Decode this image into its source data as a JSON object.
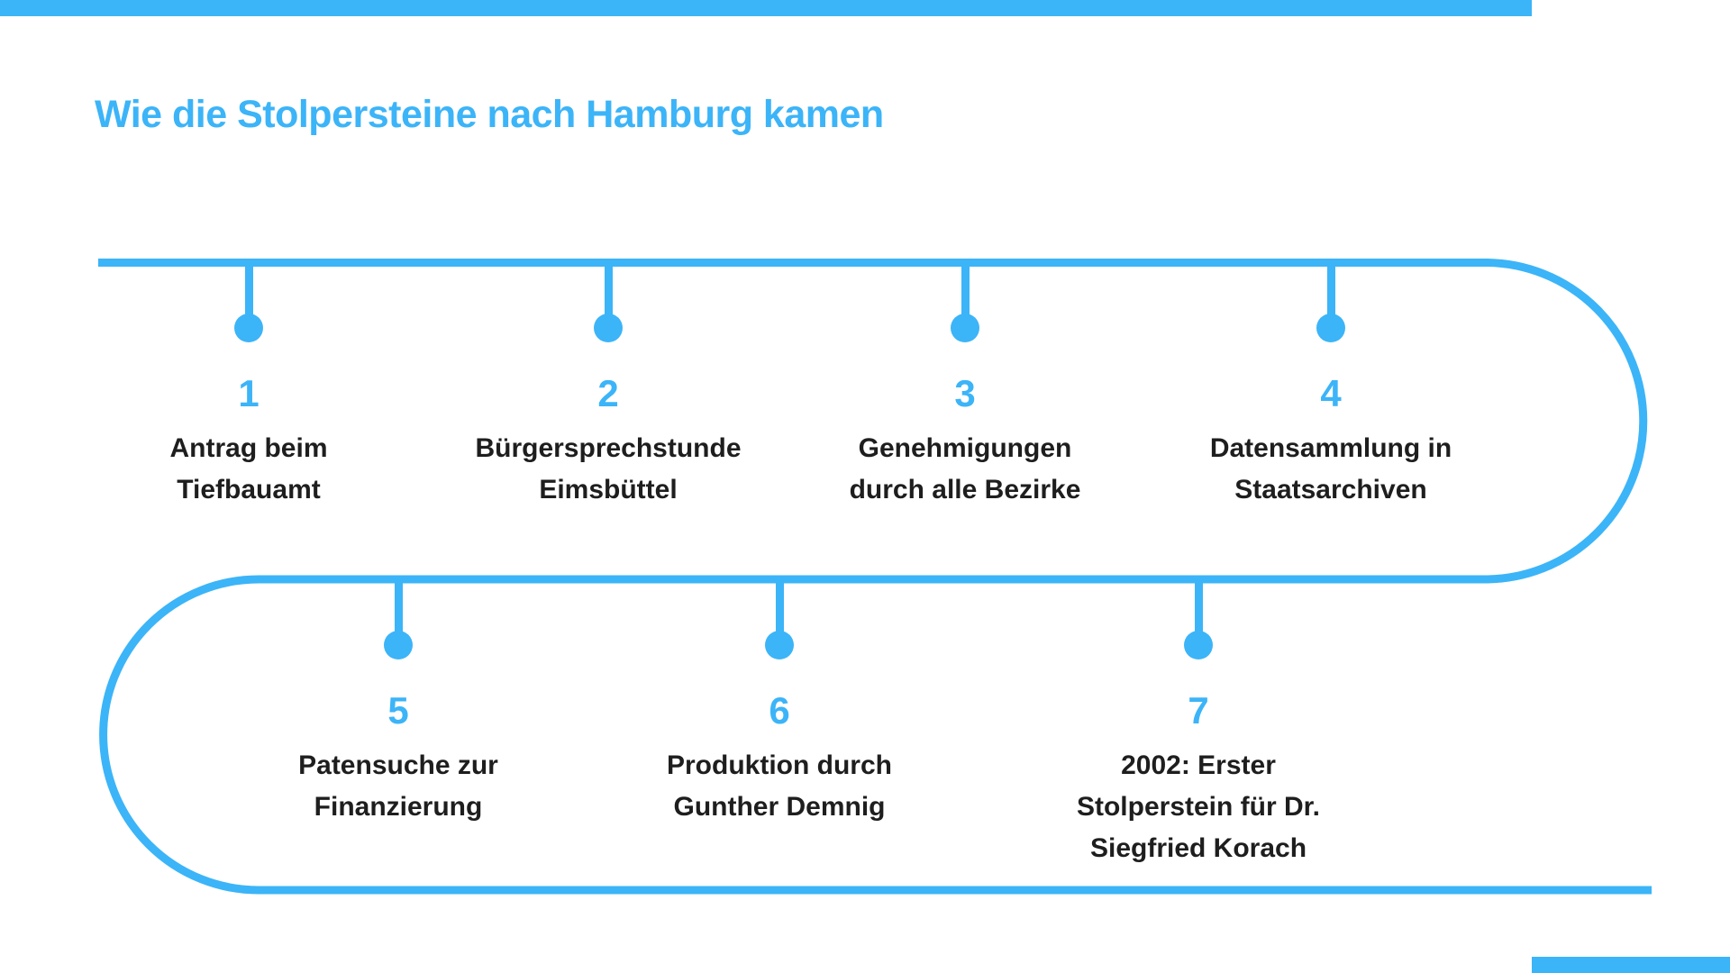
{
  "accent_color": "#3CB4F8",
  "text_color": "#1E1E1E",
  "title": "Wie die Stolpersteine nach Hamburg kamen",
  "timeline": {
    "steps": [
      {
        "number": "1",
        "label": "Antrag beim Tiefbauamt",
        "lines": [
          "Antrag beim",
          "Tiefbauamt"
        ]
      },
      {
        "number": "2",
        "label": "Bürgersprechstunde Eimsbüttel",
        "lines": [
          "Bürgersprechstunde",
          "Eimsbüttel"
        ]
      },
      {
        "number": "3",
        "label": "Genehmigungen durch alle Bezirke",
        "lines": [
          "Genehmigungen",
          "durch alle Bezirke"
        ]
      },
      {
        "number": "4",
        "label": "Datensammlung in Staatsarchiven",
        "lines": [
          "Datensammlung in",
          "Staatsarchiven"
        ]
      },
      {
        "number": "5",
        "label": "Patensuche zur Finanzierung",
        "lines": [
          "Patensuche zur",
          "Finanzierung"
        ]
      },
      {
        "number": "6",
        "label": "Produktion durch Gunther Demnig",
        "lines": [
          "Produktion durch",
          "Gunther Demnig"
        ]
      },
      {
        "number": "7",
        "label": "2002: Erster Stolperstein für Dr. Siegfried Korach",
        "lines": [
          "2002: Erster",
          "Stolperstein für Dr.",
          "Siegfried Korach"
        ]
      }
    ]
  }
}
